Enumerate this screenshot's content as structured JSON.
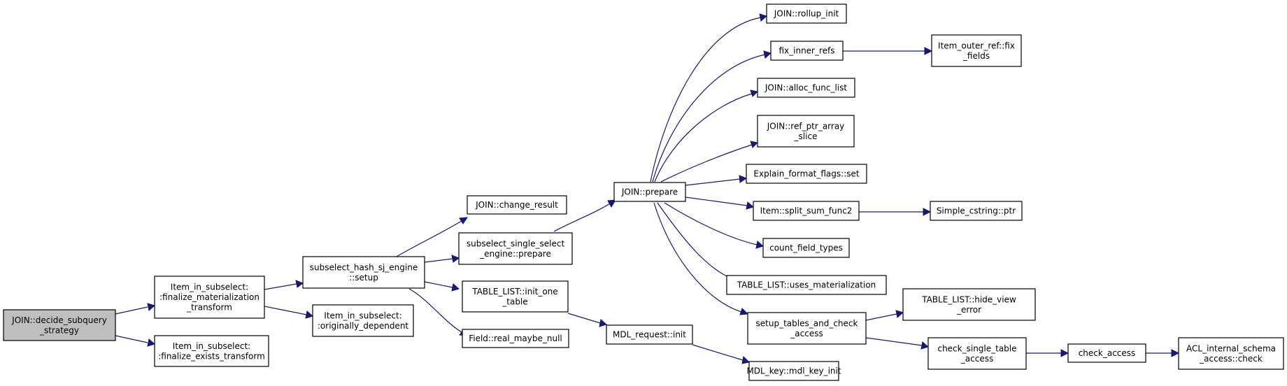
{
  "colors": {
    "node_fill": "#ffffff",
    "root_fill": "#bfbfbf",
    "node_border": "#000000",
    "edge": "#191970"
  },
  "nodes": {
    "decide": {
      "lines": [
        "JOIN::decide_subquery",
        "_strategy"
      ],
      "root": true
    },
    "fin_mat": {
      "lines": [
        "Item_in_subselect:",
        ":finalize_materialization",
        "_transform"
      ]
    },
    "fin_exists": {
      "lines": [
        "Item_in_subselect:",
        ":finalize_exists_transform"
      ]
    },
    "hash_setup": {
      "lines": [
        "subselect_hash_sj_engine",
        "::setup"
      ]
    },
    "orig_dep": {
      "lines": [
        "Item_in_subselect:",
        ":originally_dependent"
      ]
    },
    "change_result": {
      "lines": [
        "JOIN::change_result"
      ]
    },
    "single_prepare": {
      "lines": [
        "subselect_single_select",
        "_engine::prepare"
      ]
    },
    "init_one_table": {
      "lines": [
        "TABLE_LIST::init_one",
        "_table"
      ]
    },
    "real_maybe_null": {
      "lines": [
        "Field::real_maybe_null"
      ]
    },
    "join_prepare": {
      "lines": [
        "JOIN::prepare"
      ]
    },
    "mdl_init": {
      "lines": [
        "MDL_request::init"
      ]
    },
    "rollup_init": {
      "lines": [
        "JOIN::rollup_init"
      ]
    },
    "fix_inner_refs": {
      "lines": [
        "fix_inner_refs"
      ]
    },
    "alloc_func_list": {
      "lines": [
        "JOIN::alloc_func_list"
      ]
    },
    "ref_ptr_slice": {
      "lines": [
        "JOIN::ref_ptr_array",
        "_slice"
      ]
    },
    "explain_set": {
      "lines": [
        "Explain_format_flags::set"
      ]
    },
    "split_sum": {
      "lines": [
        "Item::split_sum_func2"
      ]
    },
    "count_field": {
      "lines": [
        "count_field_types"
      ]
    },
    "uses_mat": {
      "lines": [
        "TABLE_LIST::uses_materialization"
      ]
    },
    "setup_tables": {
      "lines": [
        "setup_tables_and_check",
        "_access"
      ]
    },
    "mdl_key_init": {
      "lines": [
        "MDL_key::mdl_key_init"
      ]
    },
    "outer_ref_fix": {
      "lines": [
        "Item_outer_ref::fix",
        "_fields"
      ]
    },
    "cstring_ptr": {
      "lines": [
        "Simple_cstring::ptr"
      ]
    },
    "hide_view_error": {
      "lines": [
        "TABLE_LIST::hide_view",
        "_error"
      ]
    },
    "check_single": {
      "lines": [
        "check_single_table",
        "_access"
      ]
    },
    "check_access": {
      "lines": [
        "check_access"
      ]
    },
    "acl_check": {
      "lines": [
        "ACL_internal_schema",
        "_access::check"
      ]
    }
  }
}
